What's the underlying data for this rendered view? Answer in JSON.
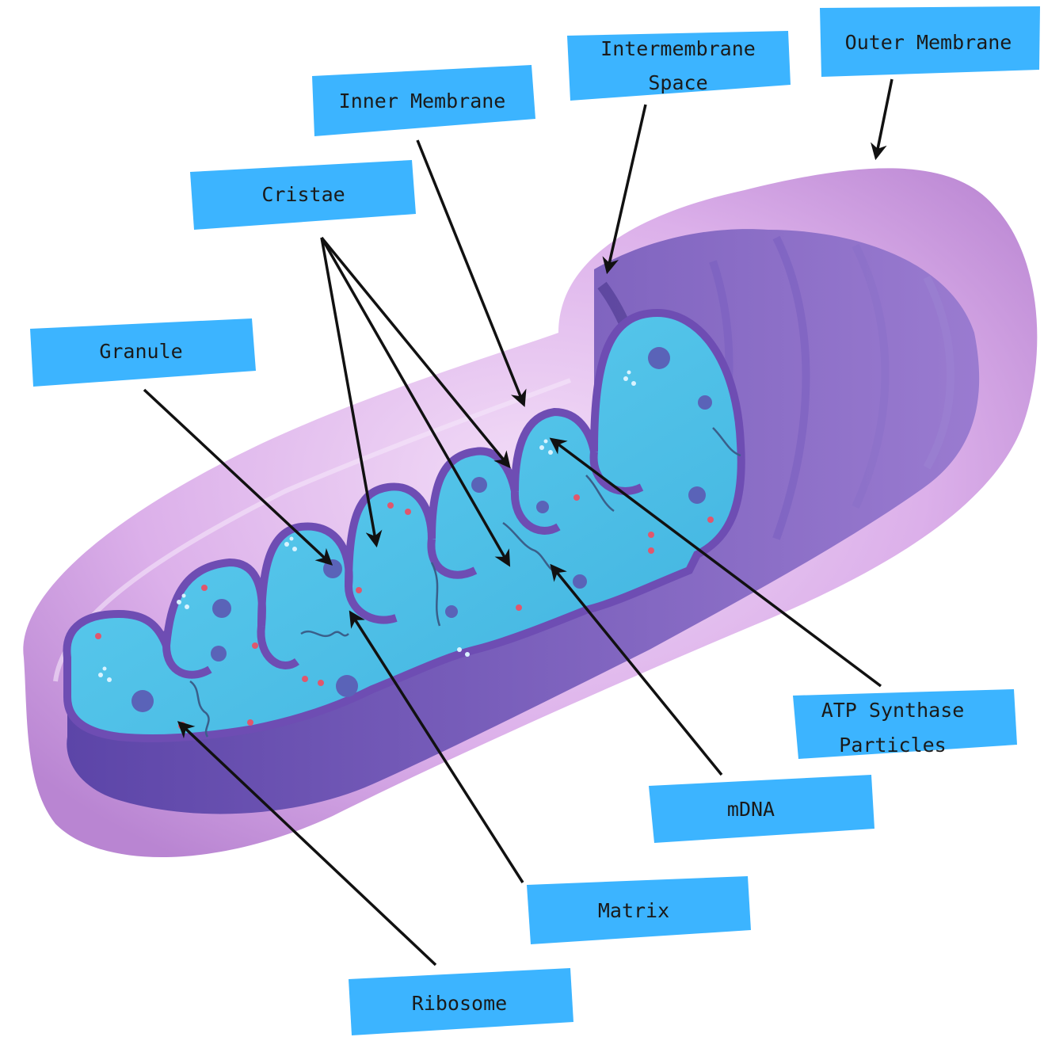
{
  "labels": {
    "outer_membrane": "Outer Membrane",
    "intermembrane_space_1": "Intermembrane",
    "intermembrane_space_2": "Space",
    "inner_membrane": "Inner Membrane",
    "cristae": "Cristae",
    "granule": "Granule",
    "atp_synthase_1": "ATP Synthase",
    "atp_synthase_2": "Particles",
    "mdna": "mDNA",
    "matrix": "Matrix",
    "ribosome": "Ribosome"
  },
  "colors": {
    "label_background": "#3cb4ff",
    "outer_membrane": "#d7a6e6",
    "inner_membrane": "#5b3f9e",
    "matrix": "#4ec3e8",
    "arrow": "#111111"
  }
}
